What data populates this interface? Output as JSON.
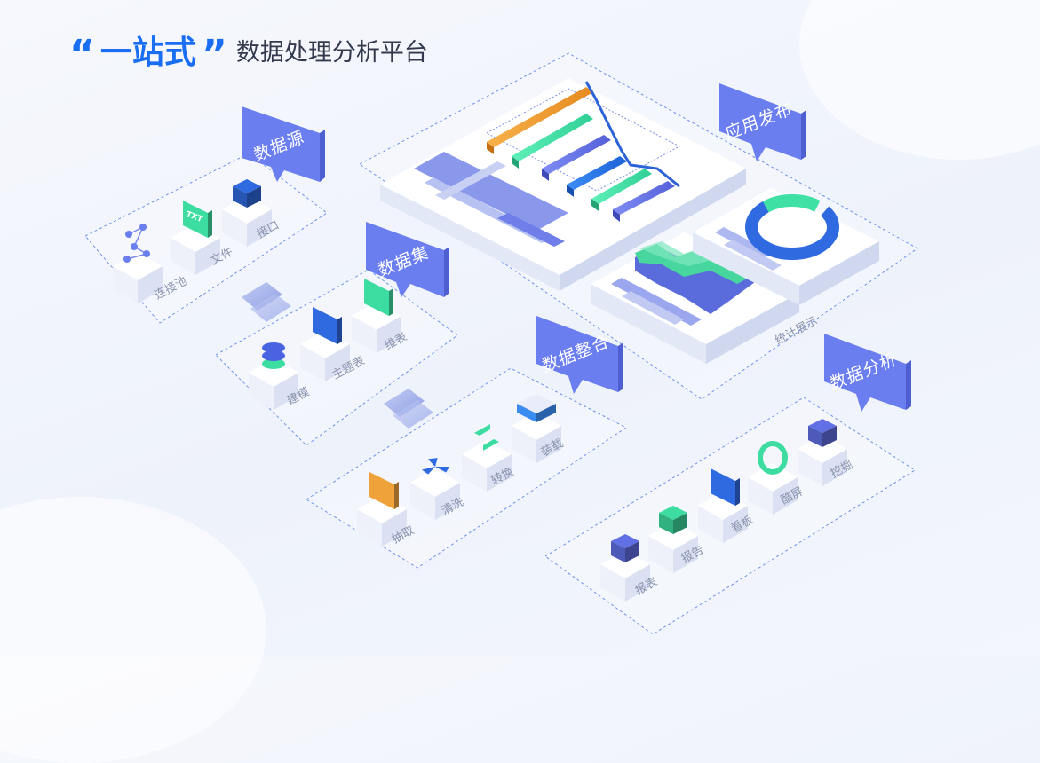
{
  "title": {
    "open_quote": "“",
    "highlight": "一站式",
    "close_quote": "”",
    "rest": "数据处理分析平台"
  },
  "groups": {
    "data_source": {
      "tag": "数据源",
      "items": [
        "连接池",
        "文件",
        "接口"
      ]
    },
    "dataset": {
      "tag": "数据集",
      "items": [
        "建模",
        "主题表",
        "维表"
      ]
    },
    "integration": {
      "tag": "数据整合",
      "items": [
        "抽取",
        "清洗",
        "转换",
        "装载"
      ]
    },
    "analysis": {
      "tag": "数据分析",
      "items": [
        "报表",
        "报告",
        "看板",
        "酷屏",
        "挖掘"
      ]
    },
    "publish": {
      "tag": "应用发布",
      "stats_label": "统计展示"
    }
  },
  "file_icon_text": "TXT",
  "colors": {
    "accent": "#1a6ef3",
    "tag": "#6b7ef0",
    "green": "#3ddca0",
    "orange": "#f0a23a",
    "purple": "#6270e6"
  }
}
